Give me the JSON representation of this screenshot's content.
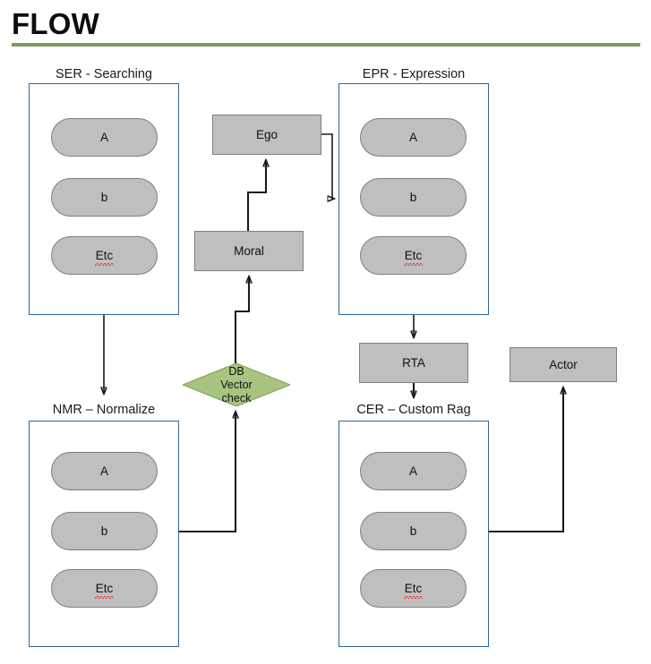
{
  "page": {
    "title": "FLOW",
    "accent_color": "#7d9a5f",
    "panel_border_color": "#31678f",
    "node_fill_color": "#bfbfbf",
    "node_border_color": "#7f7f7f",
    "decision_fill_color": "#a8c57f",
    "decision_border_color": "#7f9c55",
    "connector_color": "#1a1a1a",
    "background_color": "#ffffff"
  },
  "groups": {
    "ser": {
      "label": "SER - Searching",
      "items": [
        {
          "label": "A",
          "misspelled": false
        },
        {
          "label": "b",
          "misspelled": false
        },
        {
          "label": "Etc",
          "misspelled": true
        }
      ]
    },
    "nmr": {
      "label": "NMR – Normalize",
      "items": [
        {
          "label": "A",
          "misspelled": false
        },
        {
          "label": "b",
          "misspelled": false
        },
        {
          "label": "Etc",
          "misspelled": true
        }
      ]
    },
    "epr": {
      "label": "EPR - Expression",
      "items": [
        {
          "label": "A",
          "misspelled": false
        },
        {
          "label": "b",
          "misspelled": false
        },
        {
          "label": "Etc",
          "misspelled": true
        }
      ]
    },
    "cer": {
      "label": "CER – Custom Rag",
      "items": [
        {
          "label": "A",
          "misspelled": false
        },
        {
          "label": "b",
          "misspelled": false
        },
        {
          "label": "Etc",
          "misspelled": true
        }
      ]
    }
  },
  "nodes": {
    "ego": {
      "label": "Ego",
      "shape": "rectangle"
    },
    "moral": {
      "label": "Moral",
      "shape": "rectangle"
    },
    "rta": {
      "label": "RTA",
      "shape": "rectangle"
    },
    "actor": {
      "label": "Actor",
      "shape": "rectangle"
    },
    "db_vector_check": {
      "label": "DB\nVector\ncheck",
      "shape": "diamond"
    }
  },
  "chart_data": {
    "type": "diagram",
    "title": "FLOW",
    "nodes": [
      {
        "id": "ser",
        "label": "SER - Searching",
        "kind": "group",
        "children": [
          "A",
          "b",
          "Etc"
        ]
      },
      {
        "id": "nmr",
        "label": "NMR – Normalize",
        "kind": "group",
        "children": [
          "A",
          "b",
          "Etc"
        ]
      },
      {
        "id": "epr",
        "label": "EPR - Expression",
        "kind": "group",
        "children": [
          "A",
          "b",
          "Etc"
        ]
      },
      {
        "id": "cer",
        "label": "CER – Custom Rag",
        "kind": "group",
        "children": [
          "A",
          "b",
          "Etc"
        ]
      },
      {
        "id": "ego",
        "label": "Ego",
        "kind": "process"
      },
      {
        "id": "moral",
        "label": "Moral",
        "kind": "process"
      },
      {
        "id": "rta",
        "label": "RTA",
        "kind": "process"
      },
      {
        "id": "actor",
        "label": "Actor",
        "kind": "process"
      },
      {
        "id": "db_vector_check",
        "label": "DB Vector check",
        "kind": "decision"
      }
    ],
    "edges": [
      {
        "from": "ser",
        "to": "nmr"
      },
      {
        "from": "nmr",
        "to": "db_vector_check"
      },
      {
        "from": "db_vector_check",
        "to": "moral"
      },
      {
        "from": "moral",
        "to": "ego"
      },
      {
        "from": "ego",
        "to": "epr"
      },
      {
        "from": "epr",
        "to": "rta"
      },
      {
        "from": "rta",
        "to": "cer"
      },
      {
        "from": "cer",
        "to": "actor"
      }
    ]
  }
}
